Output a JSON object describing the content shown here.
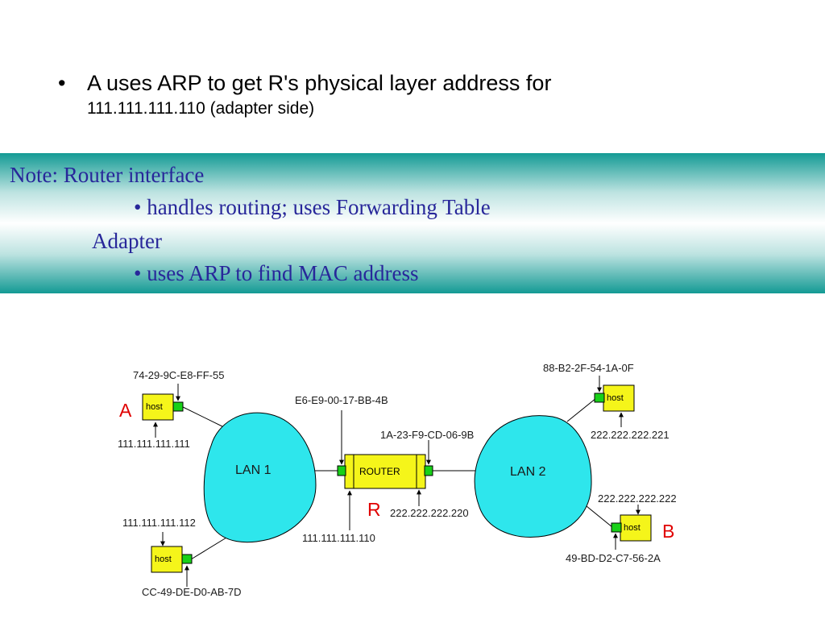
{
  "bullet": {
    "symbol": "•",
    "line1": "A uses ARP to get R's physical layer address for",
    "line2": "111.111.111.110 (adapter side)"
  },
  "note": {
    "line1": "Note:  Router interface",
    "line2": "• handles routing; uses Forwarding Table",
    "line3": "Adapter",
    "line4": "• uses ARP to find MAC address"
  },
  "diagram": {
    "lan1": "LAN 1",
    "lan2": "LAN 2",
    "router": "ROUTER",
    "host_label": "host",
    "label_a": "A",
    "label_r": "R",
    "label_b": "B",
    "host_a": {
      "mac": "74-29-9C-E8-FF-55",
      "ip": "111.111.111.111"
    },
    "host_c": {
      "ip": "111.111.111.112",
      "mac": "CC-49-DE-D0-AB-7D"
    },
    "router_left": {
      "mac": "E6-E9-00-17-BB-4B",
      "ip": "111.111.111.110"
    },
    "router_right": {
      "mac": "1A-23-F9-CD-06-9B",
      "ip": "222.222.222.220"
    },
    "host_d": {
      "mac": "88-B2-2F-54-1A-0F",
      "ip": "222.222.222.221"
    },
    "host_b": {
      "ip": "222.222.222.222",
      "mac": "49-BD-D2-C7-56-2A"
    }
  },
  "colors": {
    "lan_fill": "#2ee6ec",
    "host_fill": "#f5f51a",
    "adapter_fill": "#18d018",
    "note_text": "#28279a",
    "accent_red": "#e00000"
  }
}
